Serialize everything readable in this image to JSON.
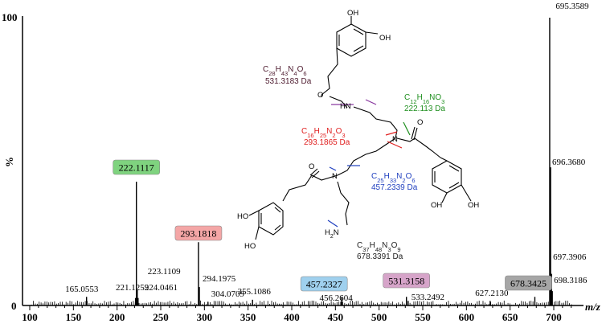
{
  "chart_data": {
    "type": "bar",
    "xlabel": "m/z",
    "ylabel": "%",
    "xlim": [
      100,
      725
    ],
    "ylim": [
      0,
      100
    ],
    "x_ticks": [
      "100",
      "150",
      "200",
      "250",
      "300",
      "350",
      "400",
      "450",
      "500",
      "550",
      "600",
      "650",
      "700"
    ],
    "y_ticks": [
      "0",
      "100"
    ],
    "peaks": [
      {
        "mz": 165.0553,
        "intensity": 3.0,
        "label": "165.0553"
      },
      {
        "mz": 221.1259,
        "intensity": 2.6,
        "label": "221.1259"
      },
      {
        "mz": 222.1117,
        "intensity": 43.0,
        "label": "222.1117"
      },
      {
        "mz": 223.1109,
        "intensity": 5.4,
        "label": "223.1109"
      },
      {
        "mz": 224.0461,
        "intensity": 2.6,
        "label": "224.0461"
      },
      {
        "mz": 293.1818,
        "intensity": 22.0,
        "label": "293.1818"
      },
      {
        "mz": 294.1975,
        "intensity": 6.4,
        "label": "294.1975"
      },
      {
        "mz": 304.0709,
        "intensity": 1.3,
        "label": "304.0709"
      },
      {
        "mz": 355.1086,
        "intensity": 2.0,
        "label": "355.1086"
      },
      {
        "mz": 456.2604,
        "intensity": 1.3,
        "label": "456.2604"
      },
      {
        "mz": 457.2327,
        "intensity": 3.0,
        "label": "457.2327"
      },
      {
        "mz": 531.3158,
        "intensity": 3.0,
        "label": "531.3158"
      },
      {
        "mz": 533.2492,
        "intensity": 1.6,
        "label": "533.2492"
      },
      {
        "mz": 627.213,
        "intensity": 1.6,
        "label": "627.2130"
      },
      {
        "mz": 678.3425,
        "intensity": 3.0,
        "label": "678.3425"
      },
      {
        "mz": 695.3589,
        "intensity": 100.0,
        "label": "695.3589"
      },
      {
        "mz": 696.368,
        "intensity": 48.0,
        "label": "696.3680"
      },
      {
        "mz": 697.3906,
        "intensity": 11.0,
        "label": "697.3906"
      },
      {
        "mz": 698.3186,
        "intensity": 5.0,
        "label": "698.3186"
      }
    ],
    "highlighted_labels": [
      {
        "text": "222.1117",
        "color": "#7fd37f"
      },
      {
        "text": "293.1818",
        "color": "#f4a6a6"
      },
      {
        "text": "457.2327",
        "color": "#9fd0ee"
      },
      {
        "text": "531.3158",
        "color": "#d6a4c9"
      },
      {
        "text": "678.3425",
        "color": "#a6a6a6"
      }
    ]
  },
  "fragments": [
    {
      "formula": "C28H43N4O6",
      "mass": "531.3183 Da",
      "color": "#4d1a2e"
    },
    {
      "formula": "C12H16NO3",
      "mass": "222.113 Da",
      "color": "#1f8f1f"
    },
    {
      "formula": "C16H25N2O3",
      "mass": "293.1865 Da",
      "color": "#e02020"
    },
    {
      "formula": "C25H33N2O6",
      "mass": "457.2339 Da",
      "color": "#1f3fbf"
    },
    {
      "formula": "C37H48N3O9",
      "mass": "678.3391 Da",
      "color": "#222222"
    }
  ],
  "atoms": {
    "oh": "OH",
    "ho": "HO",
    "o": "O",
    "hn": "HN",
    "n": "N",
    "h2n": "H2N"
  }
}
